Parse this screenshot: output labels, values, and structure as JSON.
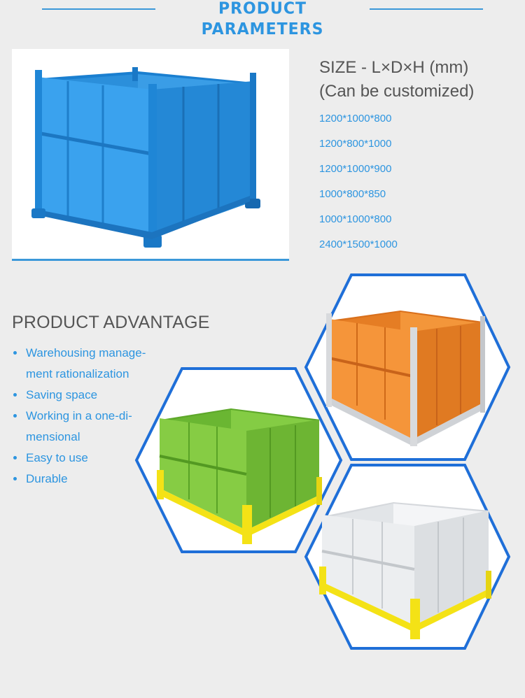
{
  "header": {
    "title": "PRODUCT PARAMETERS"
  },
  "size": {
    "title_line1": "SIZE - L×D×H (mm)",
    "title_line2": "(Can be customized)",
    "items": [
      "1200*1000*800",
      "1200*800*1000",
      "1200*1000*900",
      "1000*800*850",
      "1000*1000*800",
      "2400*1500*1000"
    ]
  },
  "advantage": {
    "title": "PRODUCT ADVANTAGE",
    "items": [
      "Warehousing manage-",
      "ment rationalization",
      "Saving space",
      "Working in a one-di-",
      "mensional",
      "Easy to use",
      "Durable"
    ],
    "bullets": [
      true,
      false,
      true,
      true,
      false,
      true,
      true
    ]
  },
  "colors": {
    "accent_blue": "#2d95e0",
    "hex_border": "#1f6fd8",
    "crate_blue": "#2f9ae6",
    "crate_orange": "#f08a2a",
    "crate_green": "#7cc63a",
    "crate_white": "#eceef0",
    "base_yellow": "#f4e216",
    "base_grey": "#cfd2d6"
  }
}
